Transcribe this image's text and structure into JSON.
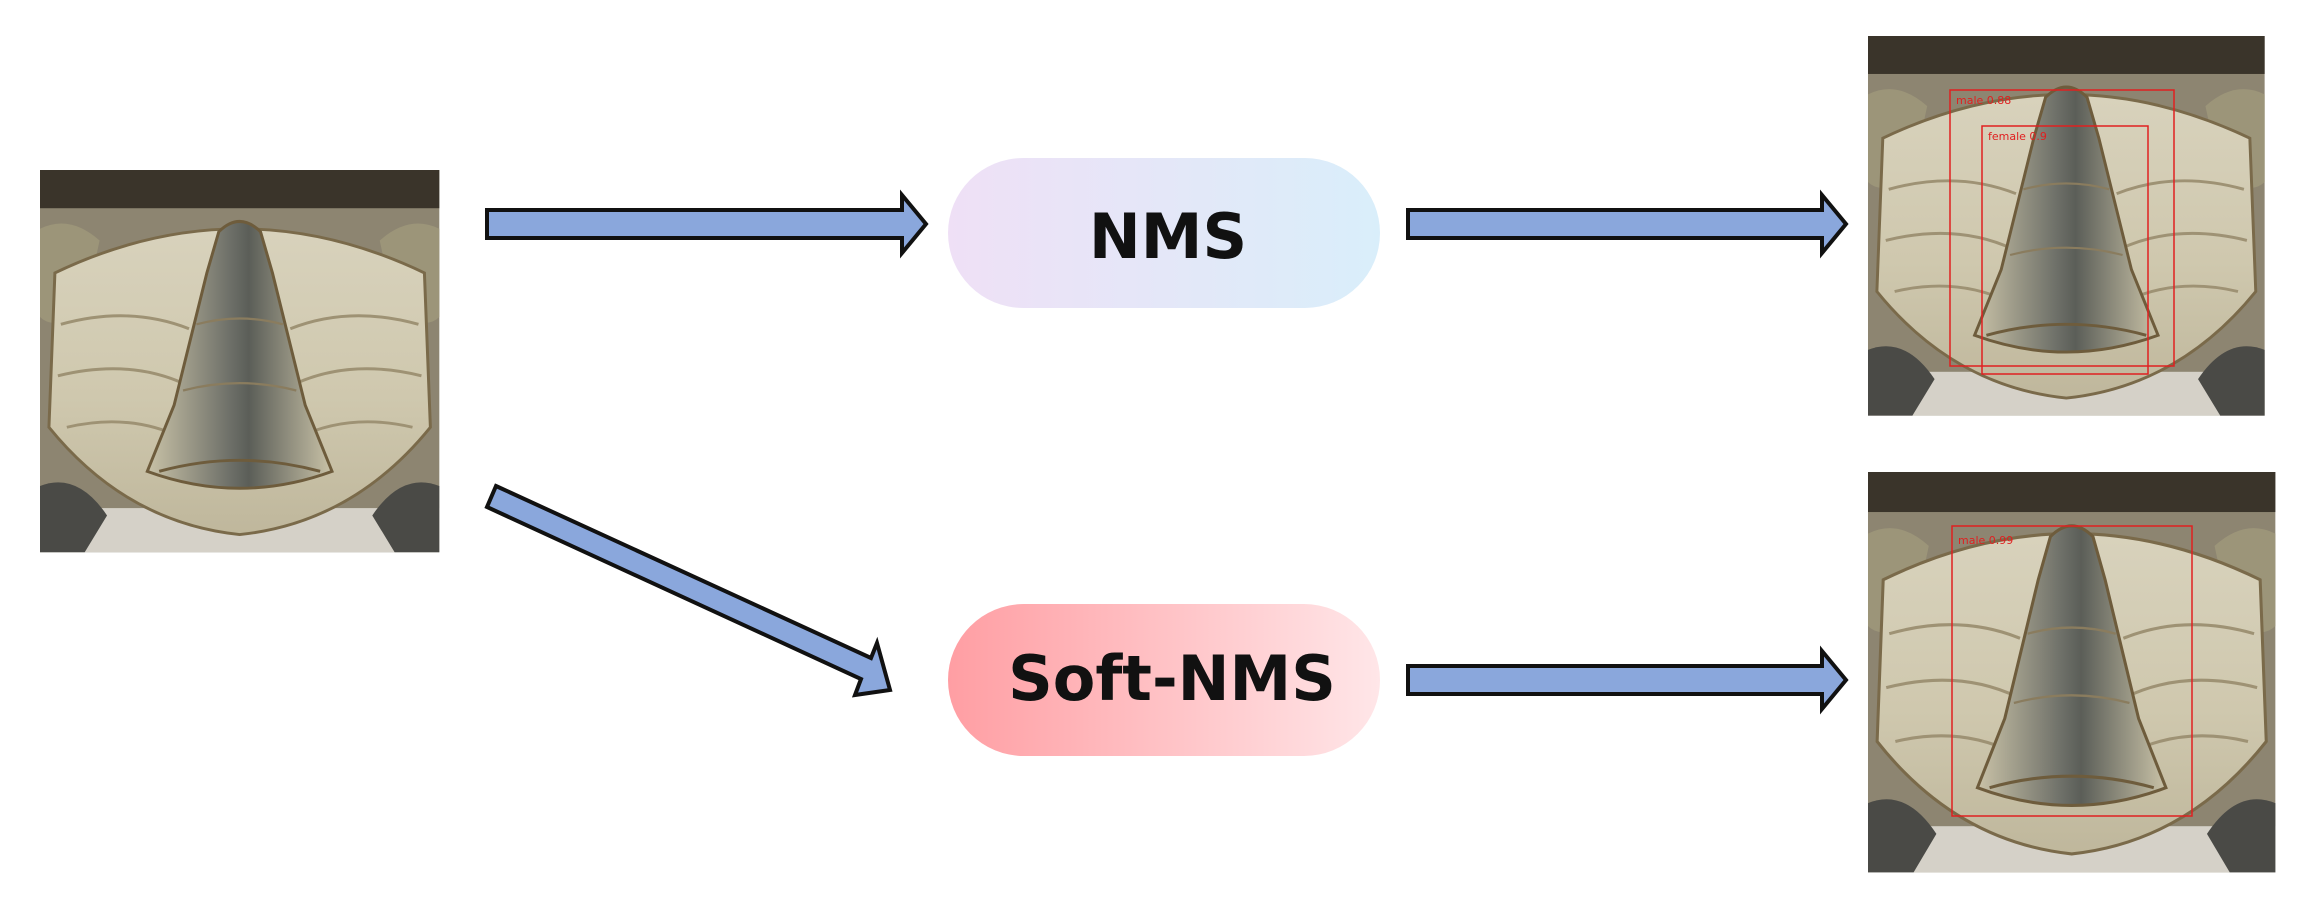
{
  "nodes": {
    "nms": {
      "label": "NMS"
    },
    "soft_nms": {
      "label": "Soft-NMS"
    }
  },
  "outputs": {
    "nms_result": {
      "detections": [
        {
          "label": "male 0.88"
        },
        {
          "label": "female 0.9"
        }
      ]
    },
    "soft_nms_result": {
      "detections": [
        {
          "label": "male 0.99"
        }
      ]
    }
  },
  "colors": {
    "arrow_fill": "#8aa7dc",
    "arrow_stroke": "#111111",
    "nms_gradient": [
      "#efe0f6",
      "#d9eefa"
    ],
    "soft_nms_gradient": [
      "#ff9ea3",
      "#ffe6e8"
    ],
    "detection_box": "#e02020"
  },
  "icons": {
    "input_image": "crab-underside-photo",
    "output_image": "crab-underside-photo-with-boxes"
  }
}
